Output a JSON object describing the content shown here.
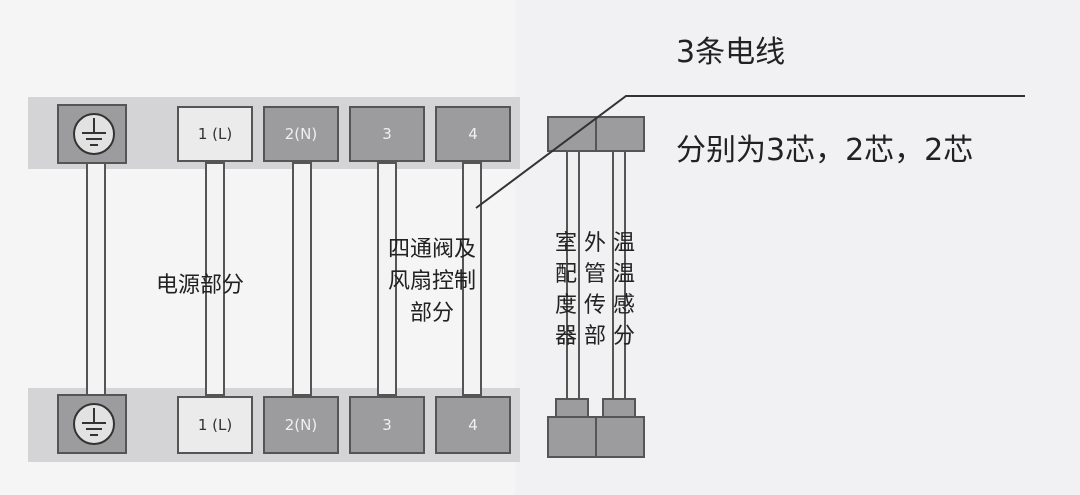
{
  "callout": {
    "title": "3条电线",
    "detail": "分别为3芯，2芯，2芯"
  },
  "terminals": {
    "top": [
      {
        "label": "",
        "icon": "ground-icon"
      },
      {
        "label": "1 (L)"
      },
      {
        "label": "2(N)"
      },
      {
        "label": "3"
      },
      {
        "label": "4"
      }
    ],
    "bottom": [
      {
        "label": "",
        "icon": "ground-icon"
      },
      {
        "label": "1 (L)"
      },
      {
        "label": "2(N)"
      },
      {
        "label": "3"
      },
      {
        "label": "4"
      }
    ]
  },
  "sections": {
    "power": "电源部分",
    "valve_fan_lines": [
      "四通阀及",
      "风扇控制",
      "部分"
    ],
    "sensor_columns": [
      "室配度器",
      "外管传部",
      "温温感分"
    ]
  },
  "colors": {
    "panel": "#d3d3d5",
    "box_dark": "#9c9c9e",
    "box_light": "#ebebeb",
    "wire": "#555555",
    "text": "#222222"
  }
}
